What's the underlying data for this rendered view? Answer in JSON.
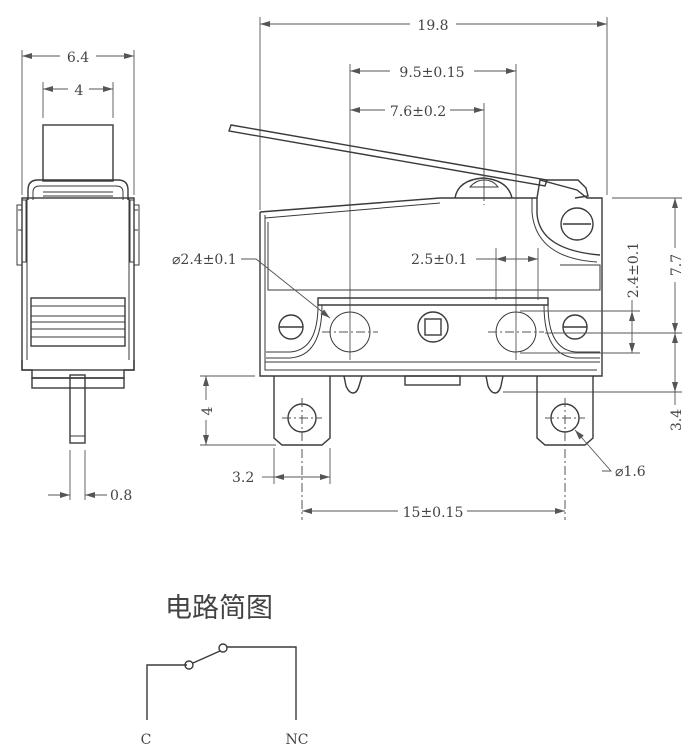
{
  "drawing": {
    "subject": "micro switch with lever — dimensional drawing",
    "side_view": {
      "overall_width": "6.4",
      "actuator_width": "4",
      "pin_thickness": "0.8"
    },
    "front_view": {
      "overall_length": "19.8",
      "hole_pitch": "9.5±0.15",
      "lever_pivot_offset": "7.6±0.2",
      "mount_hole_diameter": "⌀2.4±0.1",
      "dim_2_5": "2.5±0.1",
      "dim_2_4_vertical": "2.4±0.1",
      "body_height": "7.7",
      "terminal_offset": "3.4",
      "terminal_length": "4",
      "terminal_width": "3.2",
      "terminal_pitch": "15±0.15",
      "terminal_hole_diameter": "⌀1.6"
    },
    "circuit": {
      "title": "电路简图",
      "terminal_left": "C",
      "terminal_right": "NC"
    }
  },
  "colors": {
    "line": "#3a3a3a",
    "dimension": "#555555",
    "background": "#ffffff"
  }
}
